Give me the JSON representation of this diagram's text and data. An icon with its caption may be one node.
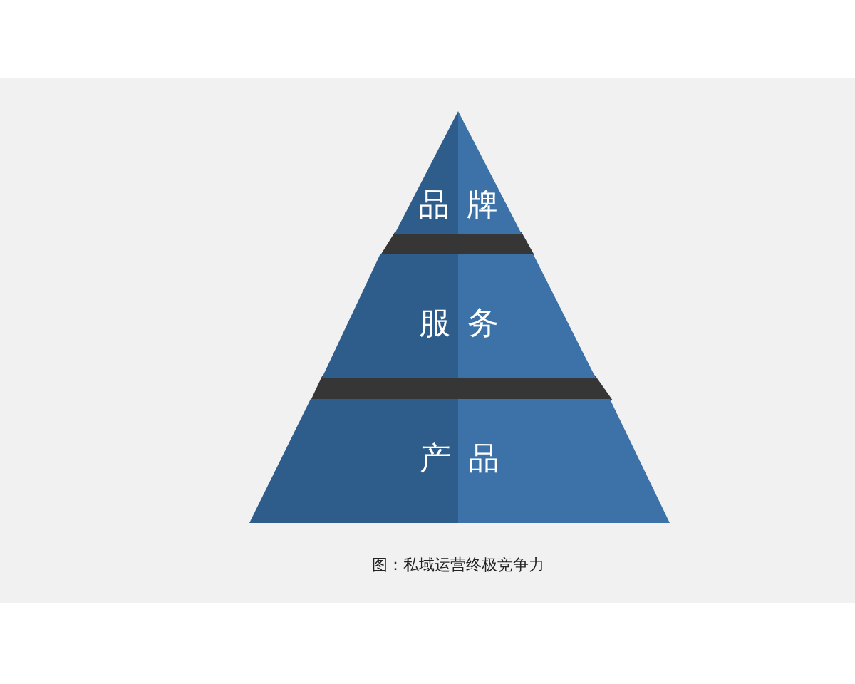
{
  "diagram": {
    "caption": "图：私域运营终极竞争力",
    "nodes": [
      {
        "text": [
          "品牌"
        ]
      },
      {
        "text": [
          "服务"
        ]
      },
      {
        "text": [
          "产品"
        ]
      }
    ]
  }
}
